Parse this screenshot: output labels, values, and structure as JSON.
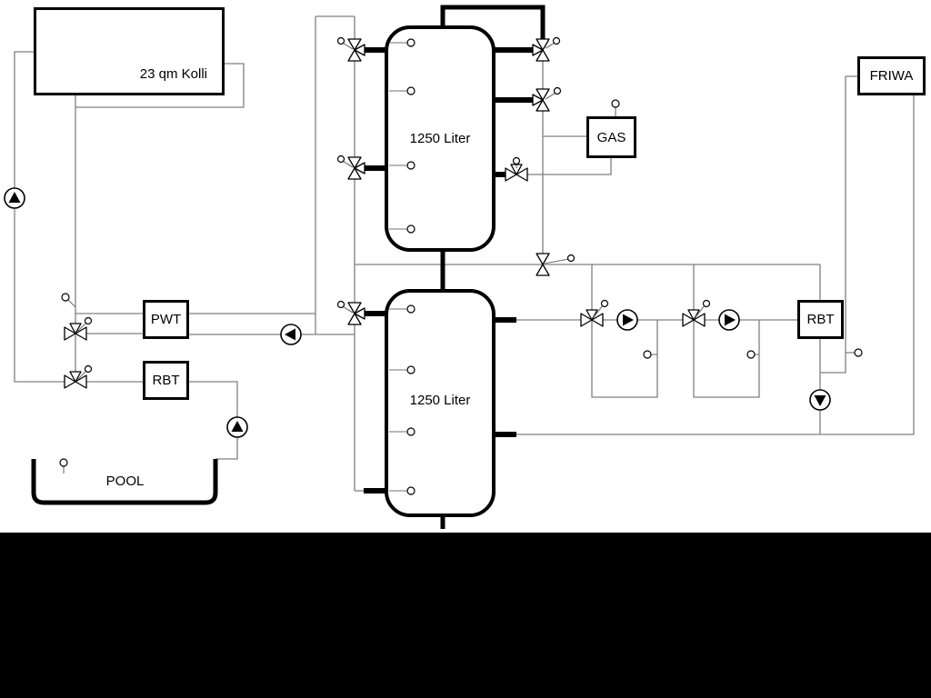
{
  "labels": {
    "collector": "23 qm Kolli",
    "tank_top": "1250 Liter",
    "tank_bottom": "1250 Liter",
    "gas": "GAS",
    "friwa": "FRIWA",
    "pwt": "PWT",
    "rbt_left": "RBT",
    "rbt_right": "RBT",
    "pool": "POOL"
  },
  "colors": {
    "pipe_thin": "#808080",
    "pipe_thick": "#000000",
    "background": "#ffffff",
    "bottom_bar": "#000000"
  }
}
